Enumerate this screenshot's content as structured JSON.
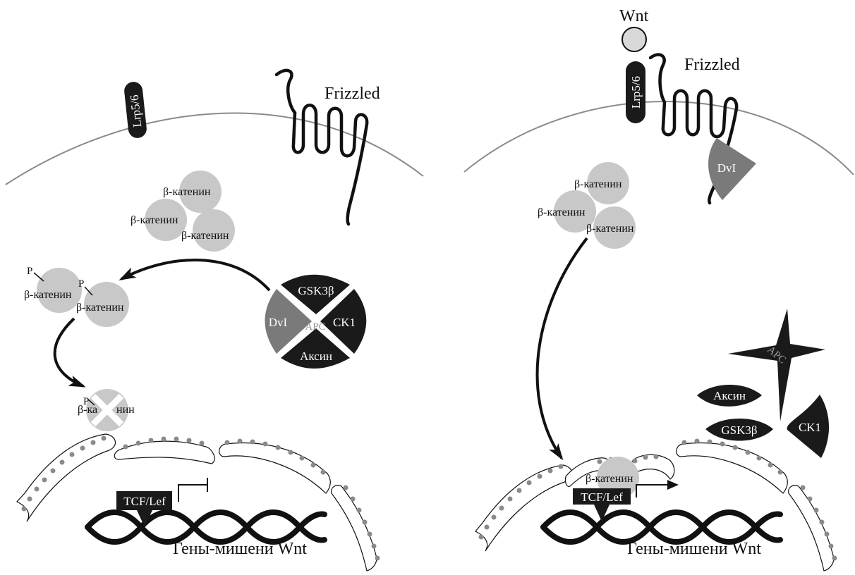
{
  "left_panel": {
    "lrp_label": "Lrp5/6",
    "frizzled_label": "Frizzled",
    "cluster_labels": [
      "β-катенин",
      "β-катенин",
      "β-катенин"
    ],
    "phospho_marks": [
      "P",
      "P"
    ],
    "phospho_labels": [
      "β-катенин",
      "β-катенин"
    ],
    "degraded_p": "P",
    "degraded_label_left": "β-ка",
    "degraded_label_right": "нин",
    "complex": {
      "top": "GSK3β",
      "right": "CK1",
      "bottom": "Аксин",
      "left": "DvI",
      "center": "APC"
    },
    "tcf_label": "TCF/Lef",
    "genes_label": "Гены-мишени Wnt"
  },
  "right_panel": {
    "wnt_label": "Wnt",
    "lrp_label": "Lrp5/6",
    "frizzled_label": "Frizzled",
    "dvl_label": "DvI",
    "cluster_labels": [
      "β-катенин",
      "β-катенин",
      "β-катенин"
    ],
    "apc_label": "APC",
    "axin_label": "Аксин",
    "gsk_label": "GSK3β",
    "ck1_label": "CK1",
    "nuclear_catenin_label": "β-катенин",
    "tcf_label": "TCF/Lef",
    "genes_label": "Гены-мишени Wnt"
  },
  "colors": {
    "protein_dark": "#1a1a1a",
    "catenin_gray": "#c8c8c8",
    "dvl_gray": "#7a7a7a",
    "membrane_gray": "#8a8a8a",
    "wnt_fill": "#d9d9d9"
  }
}
